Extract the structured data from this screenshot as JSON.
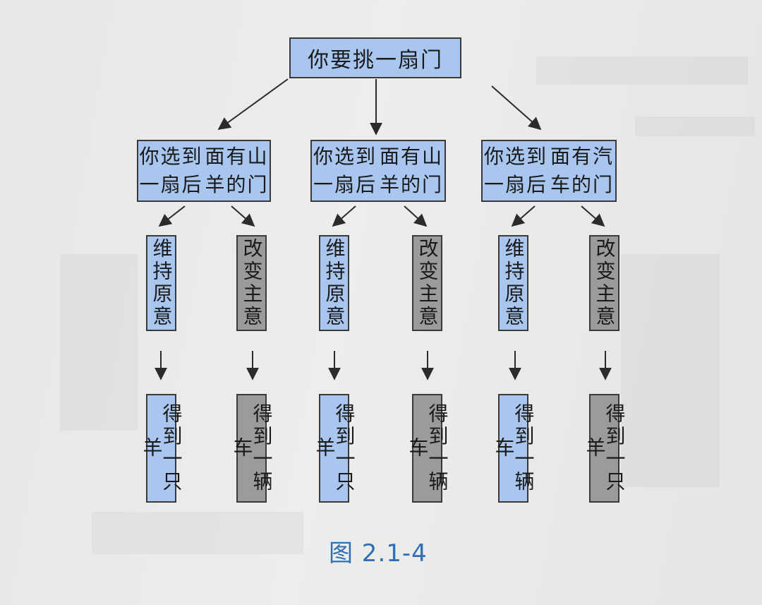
{
  "diagram": {
    "root": "你要挑一扇门",
    "branches": [
      {
        "label_line1": "你选到一扇后",
        "label_line2": "面有山羊的门",
        "keep": {
          "choice": "维持原意",
          "result": "得到一只羊"
        },
        "switch": {
          "choice": "改变主意",
          "result": "得到一辆车"
        }
      },
      {
        "label_line1": "你选到一扇后",
        "label_line2": "面有山羊的门",
        "keep": {
          "choice": "维持原意",
          "result": "得到一只羊"
        },
        "switch": {
          "choice": "改变主意",
          "result": "得到一辆车"
        }
      },
      {
        "label_line1": "你选到一扇后",
        "label_line2": "面有汽车的门",
        "keep": {
          "choice": "维持原意",
          "result": "得到一辆车"
        },
        "switch": {
          "choice": "改变主意",
          "result": "得到一只羊"
        }
      }
    ],
    "caption": "图 2.1-4"
  },
  "colors": {
    "box_blue": "#a9c7ee",
    "box_gray": "#9a9b9c",
    "caption": "#2f6fb4",
    "arrow": "#2b2b2b"
  }
}
